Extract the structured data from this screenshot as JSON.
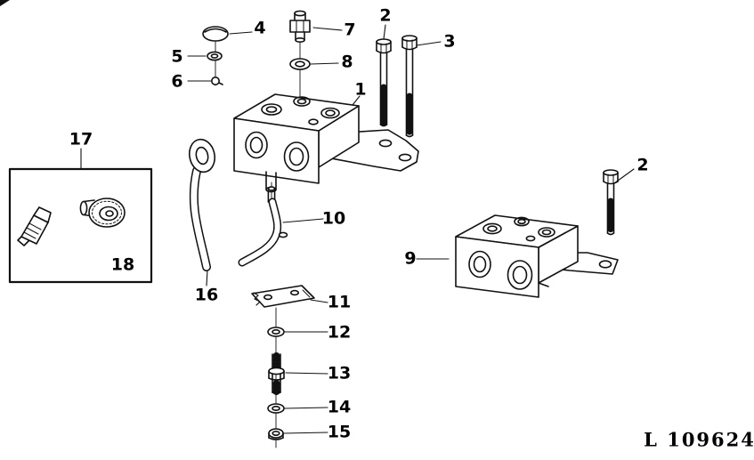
{
  "figure": {
    "ref_code": "L 109624",
    "callouts": [
      {
        "label": "4"
      },
      {
        "label": "7"
      },
      {
        "label": "2"
      },
      {
        "label": "3"
      },
      {
        "label": "5"
      },
      {
        "label": "6"
      },
      {
        "label": "8"
      },
      {
        "label": "1"
      },
      {
        "label": "17"
      },
      {
        "label": "18"
      },
      {
        "label": "16"
      },
      {
        "label": "10"
      },
      {
        "label": "11"
      },
      {
        "label": "12"
      },
      {
        "label": "13"
      },
      {
        "label": "14"
      },
      {
        "label": "15"
      },
      {
        "label": "9"
      },
      {
        "label": "2"
      }
    ]
  }
}
